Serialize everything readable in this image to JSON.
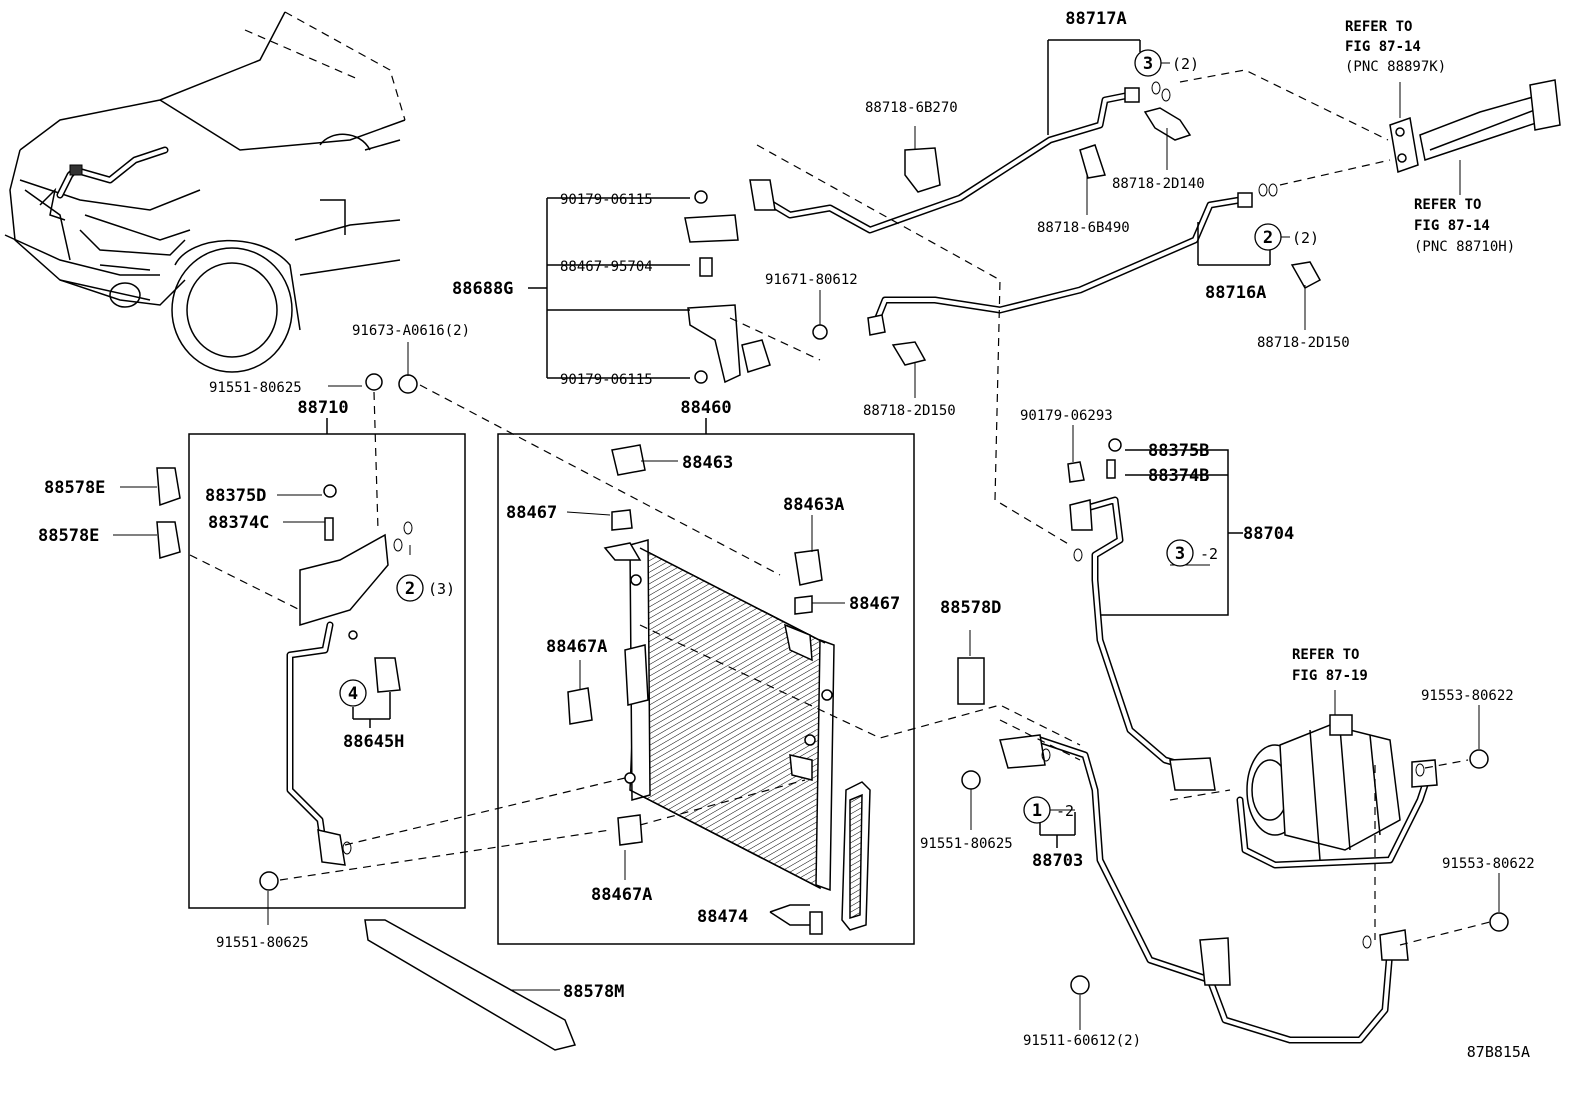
{
  "diagram_code": "87B815A",
  "labels": {
    "p88717A": "88717A",
    "p88718_6B270": "88718-6B270",
    "p88718_2D140": "88718-2D140",
    "p88718_6B490": "88718-6B490",
    "p88716A": "88716A",
    "p88718_2D150_a": "88718-2D150",
    "p88718_2D150_b": "88718-2D150",
    "p90179_06115_a": "90179-06115",
    "p88467_95704": "88467-95704",
    "p88688G": "88688G",
    "p90179_06115_b": "90179-06115",
    "p91671_80612": "91671-80612",
    "p91673_A0616": "91673-A0616(2)",
    "p91551_80625_a": "91551-80625",
    "p88710": "88710",
    "p88460": "88460",
    "p88463": "88463",
    "p88578E_a": "88578E",
    "p88578E_b": "88578E",
    "p88375D": "88375D",
    "p88374C": "88374C",
    "p88467_a": "88467",
    "p88463A": "88463A",
    "p88467_b": "88467",
    "p88467A_a": "88467A",
    "p88645H": "88645H",
    "p88467A_b": "88467A",
    "p88474": "88474",
    "p91551_80625_b": "91551-80625",
    "p88578M": "88578M",
    "p90179_06293": "90179-06293",
    "p88375B": "88375B",
    "p88374B": "88374B",
    "p88704": "88704",
    "p88578D": "88578D",
    "p91551_80625_c": "91551-80625",
    "p88703": "88703",
    "p91553_80622_a": "91553-80622",
    "p91553_80622_b": "91553-80622",
    "p91511_60612": "91511-60612(2)"
  },
  "references": {
    "refer_to": "REFER TO",
    "fig_87_14": "FIG 87-14",
    "pnc_88897K": "(PNC 88897K)",
    "pnc_88710H": "(PNC 88710H)",
    "fig_87_19": "FIG 87-19"
  },
  "callouts": {
    "c3_top": "3",
    "c3_top_qty": "(2)",
    "c2_top": "2",
    "c2_top_qty": "(2)",
    "c2_left": "2",
    "c2_left_qty": "(3)",
    "c4": "4",
    "c3_right": "3",
    "c3_right_qty": "-2",
    "c1": "1",
    "c1_qty": "-2"
  }
}
